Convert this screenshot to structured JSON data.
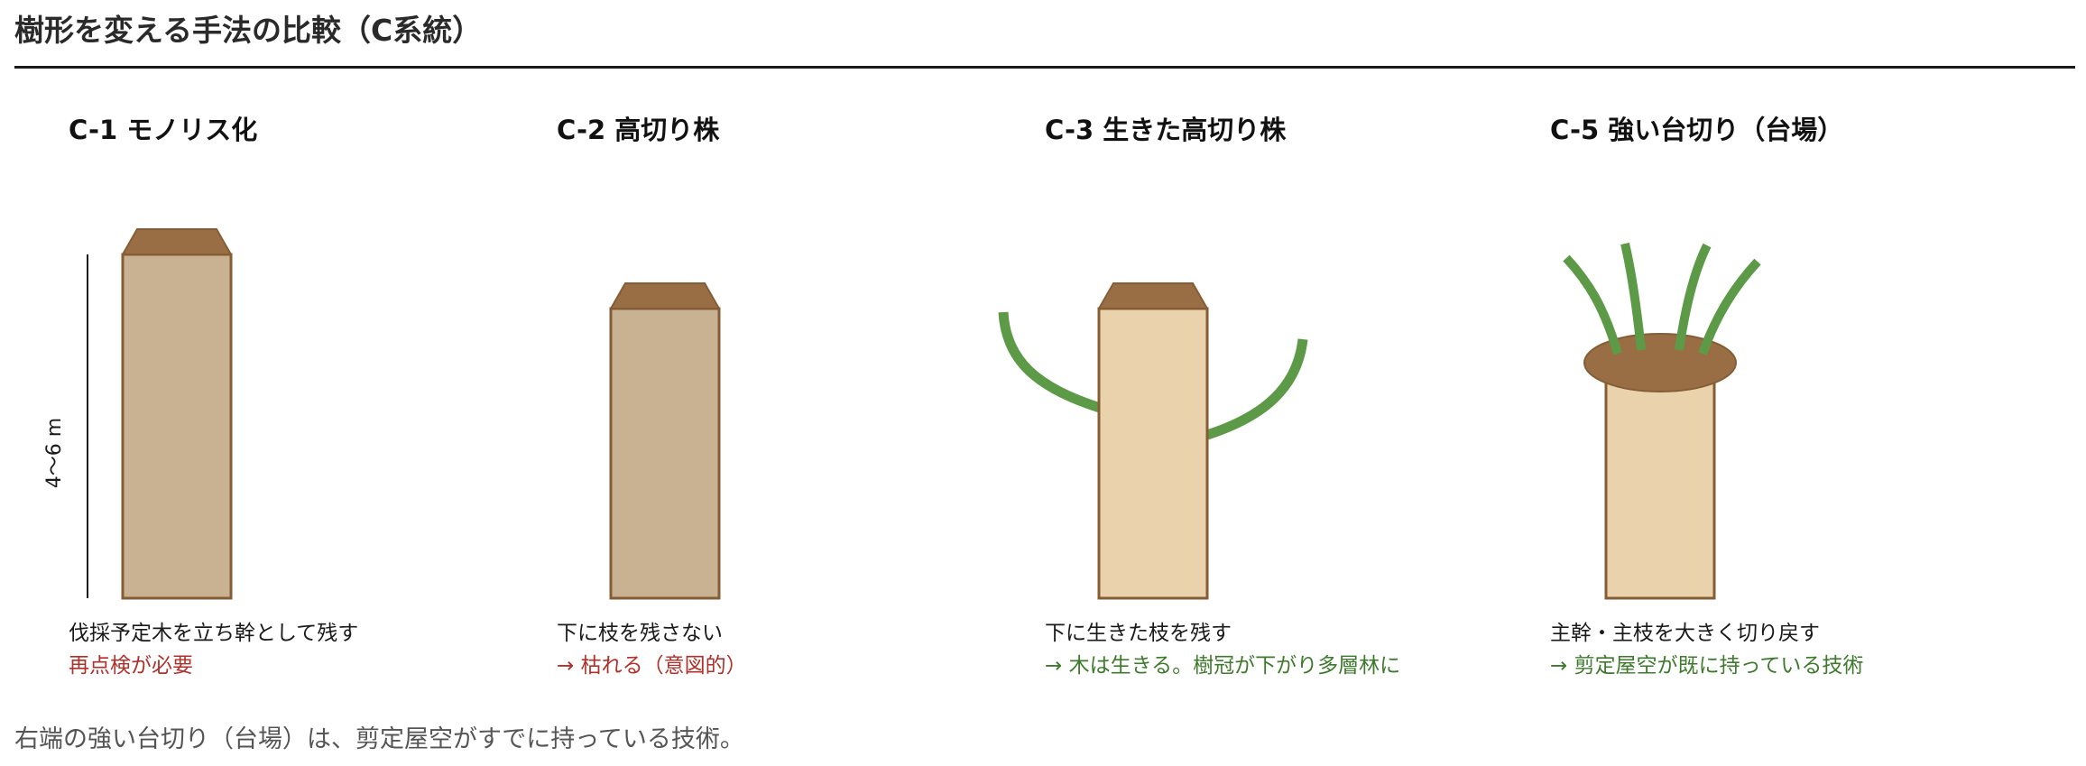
{
  "title": "樹形を変える手法の比較（C系統）",
  "panels": [
    {
      "heading": "C-1 モノリス化",
      "description": "伐採予定木を立ち幹として残す",
      "note": "再点検が必要",
      "dimension_label": "4〜6 m"
    },
    {
      "heading": "C-2 高切り株",
      "description": "下に枝を残さない",
      "note": "→ 枯れる（意図的）"
    },
    {
      "heading": "C-3 生きた高切り株",
      "description": "下に生きた枝を残す",
      "note": "→ 木は生きる。樹冠が下がり多層林に"
    },
    {
      "heading": "C-5 強い台切り（台場）",
      "description": "主幹・主枝を大きく切り戻す",
      "note": "→ 剪定屋空が既に持っている技術"
    }
  ],
  "footer": "右端の強い台切り（台場）は、剪定屋空がすでに持っている技術。",
  "colors": {
    "dead_trunk": "#c9b292",
    "live_trunk": "#ead2ad",
    "cut_face": "#9a6e44",
    "outline": "#845d35",
    "branch": "#5d9a48",
    "note_red": "#b0302a",
    "note_green": "#3d7a2c"
  }
}
